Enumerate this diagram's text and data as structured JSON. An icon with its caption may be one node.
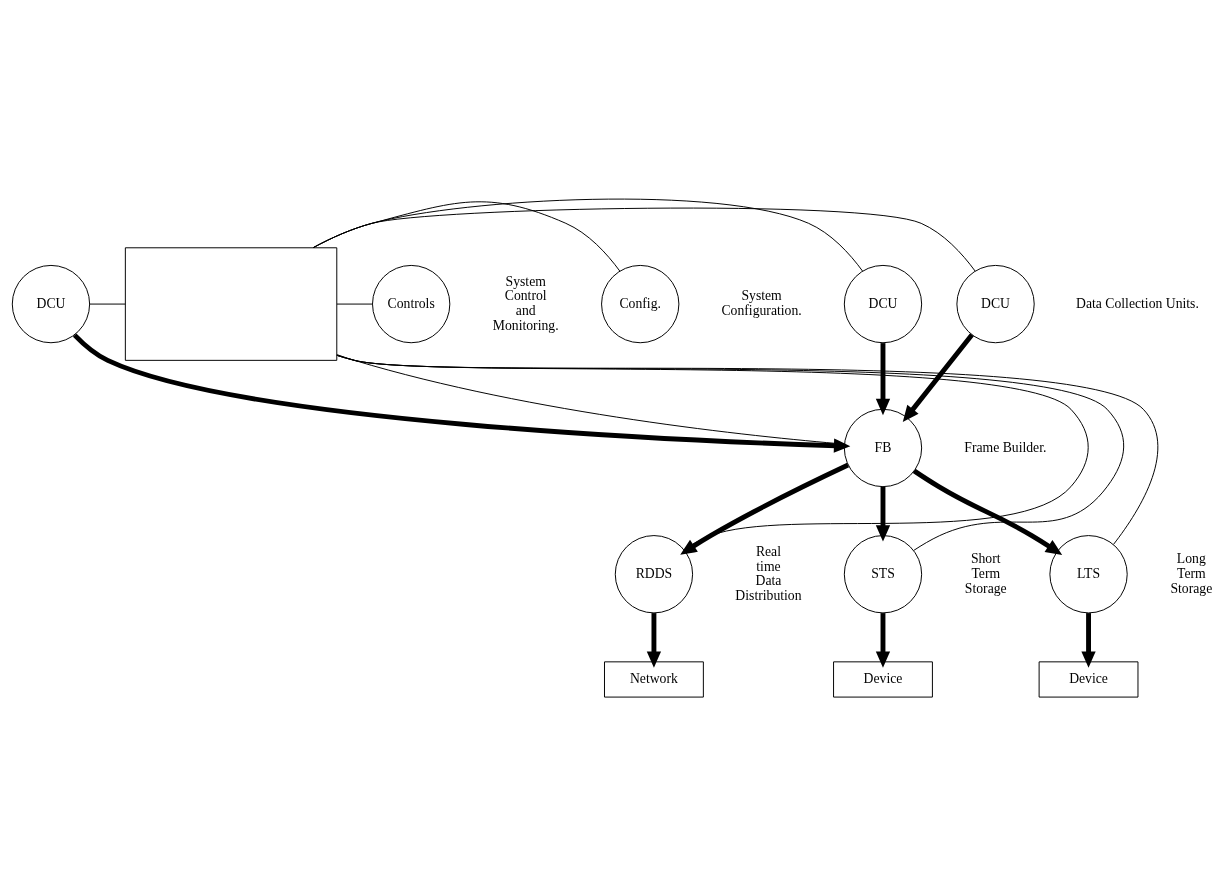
{
  "diagram": {
    "nodes": [
      {
        "text": [
          "DCU"
        ]
      },
      {
        "text": [
          "DCU"
        ]
      },
      {
        "text": [
          "DCU"
        ]
      },
      {
        "text": [],
        "shape": "box"
      },
      {
        "text": [
          "Controls"
        ],
        "beside": [
          "System Control and Monitoring."
        ]
      },
      {
        "text": [
          "FB"
        ],
        "beside": [
          "Frame Builder."
        ]
      },
      {
        "text": [
          "Config."
        ],
        "beside": [
          "System Configuration."
        ]
      },
      {
        "text": [
          "RDDS"
        ],
        "beside": [
          "Real time Data Distribution"
        ]
      },
      {
        "text": [
          "STS"
        ],
        "beside": [
          "Short Term Storage"
        ]
      },
      {
        "text": [
          "LTS"
        ],
        "beside": [
          "Long Term Storage"
        ]
      },
      {
        "text": [
          "Network"
        ]
      },
      {
        "text": [
          "Device"
        ]
      },
      {
        "text": [
          "Device"
        ]
      }
    ],
    "edges": [
      {
        "from": 0,
        "to": 3,
        "arrow": "none"
      },
      {
        "from": 1,
        "to": 3,
        "arrow": "none"
      },
      {
        "from": 2,
        "to": 3,
        "arrow": "none"
      },
      {
        "from": 3,
        "to": 4,
        "arrow": "none"
      },
      {
        "from": 5,
        "to": 3,
        "arrow": "none"
      },
      {
        "from": 3,
        "to": 6,
        "arrow": "none"
      },
      {
        "from": 7,
        "to": 3,
        "arrow": "none"
      },
      {
        "from": 8,
        "to": 3,
        "arrow": "none"
      },
      {
        "from": 9,
        "to": 3,
        "arrow": "none"
      },
      {
        "from": 0,
        "to": 5,
        "arrow": "to",
        "style": "thick"
      },
      {
        "from": 1,
        "to": 5,
        "arrow": "to",
        "style": "thick"
      },
      {
        "from": 2,
        "to": 5,
        "arrow": "to",
        "style": "thick"
      },
      {
        "from": 5,
        "to": 7,
        "arrow": "to",
        "style": "thick"
      },
      {
        "from": 5,
        "to": 8,
        "arrow": "to",
        "style": "thick"
      },
      {
        "from": 5,
        "to": 9,
        "arrow": "to",
        "style": "thick"
      },
      {
        "from": 7,
        "to": 10,
        "arrow": "to",
        "style": "thick"
      },
      {
        "from": 8,
        "to": 11,
        "arrow": "to",
        "style": "thick"
      },
      {
        "from": 9,
        "to": 12,
        "arrow": "to",
        "style": "thick"
      }
    ],
    "labels": [
      "Data Collection Units."
    ]
  }
}
